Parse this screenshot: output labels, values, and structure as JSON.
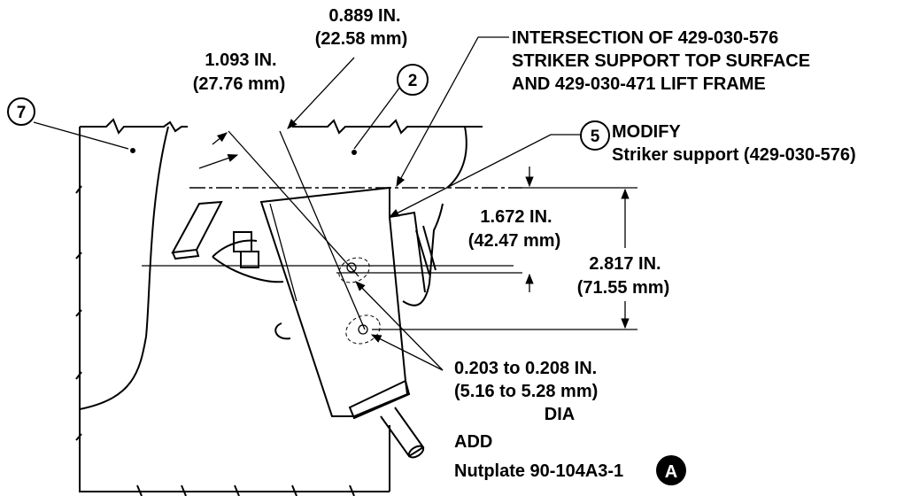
{
  "callouts": {
    "c7": "7",
    "c2": "2",
    "c5": "5",
    "cA": "A"
  },
  "dims": {
    "d1_in": "0.889 IN.",
    "d1_mm": "(22.58 mm)",
    "d2_in": "1.093 IN.",
    "d2_mm": "(27.76 mm)",
    "d3_in": "1.672 IN.",
    "d3_mm": "(42.47 mm)",
    "d4_in": "2.817 IN.",
    "d4_mm": "(71.55 mm)",
    "hole_line1": "0.203 to 0.208 IN.",
    "hole_line2": "(5.16 to 5.28 mm)",
    "hole_line3": "DIA"
  },
  "notes": {
    "intersection_line1": "INTERSECTION OF 429-030-576",
    "intersection_line2": "STRIKER SUPPORT TOP SURFACE",
    "intersection_line3": "AND 429-030-471 LIFT FRAME",
    "modify_title": "MODIFY",
    "modify_part": "Striker support (429-030-576)",
    "add_title": "ADD",
    "add_part": "Nutplate 90-104A3-1"
  }
}
